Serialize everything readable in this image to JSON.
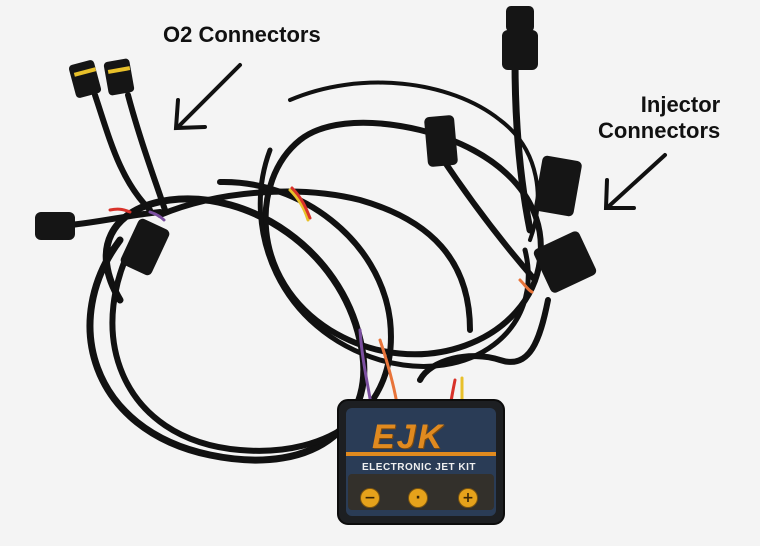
{
  "labels": {
    "o2": "O2 Connectors",
    "injector_line1": "Injector",
    "injector_line2": "Connectors"
  },
  "device": {
    "brand": "EJK",
    "product": "ELECTRONIC JET KIT"
  },
  "buttons": {
    "minus": "−",
    "mode": "·",
    "plus": "+"
  },
  "colors": {
    "cable": "#111111",
    "device_body": "#222426",
    "brand_accent": "#e08a1f",
    "button": "#e6a21b",
    "wire_orange": "#e8743a",
    "wire_purple": "#7b4fa0",
    "wire_red": "#d8322a",
    "wire_yellow": "#e8c02a"
  }
}
